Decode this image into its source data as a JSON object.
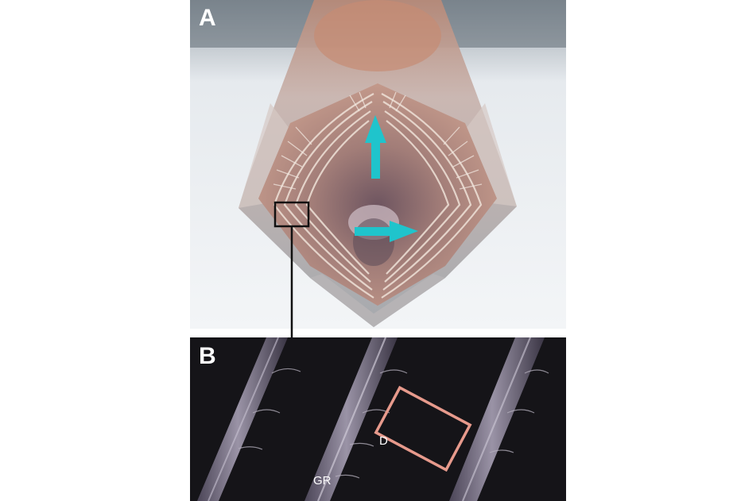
{
  "figure": {
    "panel_a": {
      "label": "A"
    },
    "panel_b": {
      "label": "B",
      "annotations": {
        "gill_raker": "GR",
        "denticle": "D"
      }
    }
  },
  "colors": {
    "arrow": "#1fc4cc",
    "inset_box": "#111111",
    "detail_box": "#e79a8c",
    "panel_label": "#ffffff",
    "panel_b_background": "#151418"
  }
}
